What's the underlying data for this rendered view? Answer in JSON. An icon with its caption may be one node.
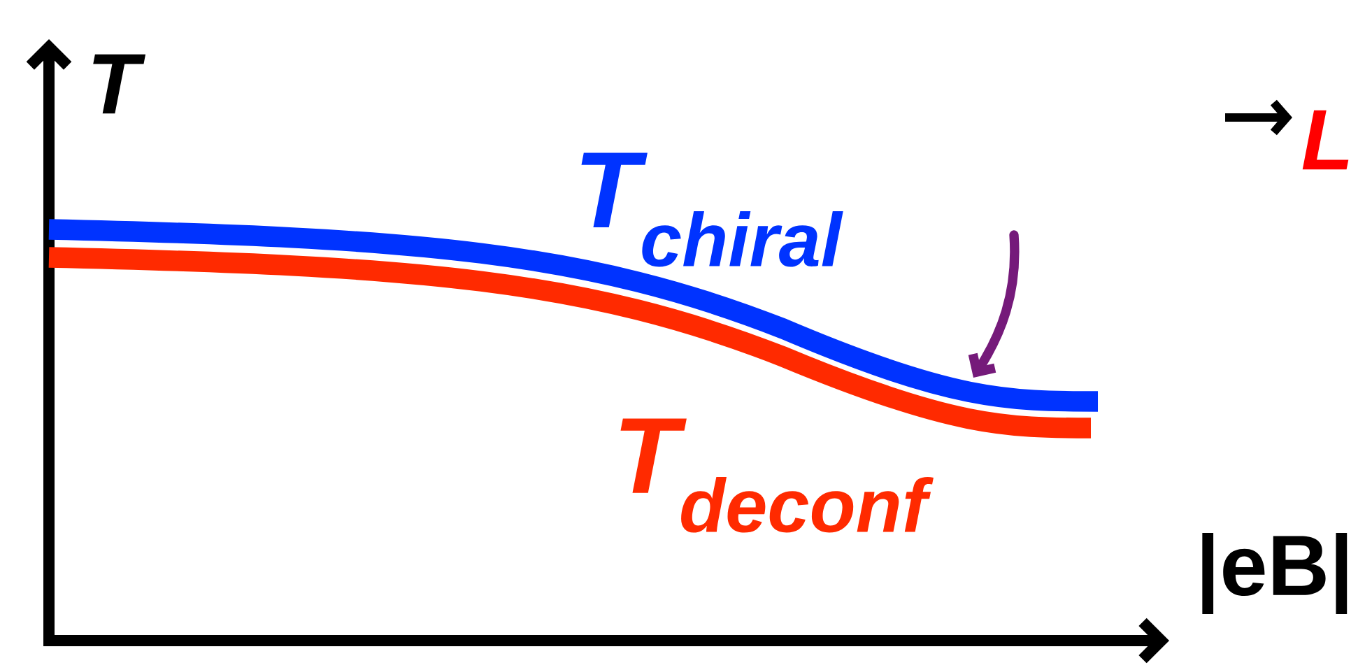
{
  "diagram": {
    "labels": [
      "T",
      "T$_{chiral}$",
      "T$_{deconf}$",
      "|eB|",
      "L"
    ]
  }
}
